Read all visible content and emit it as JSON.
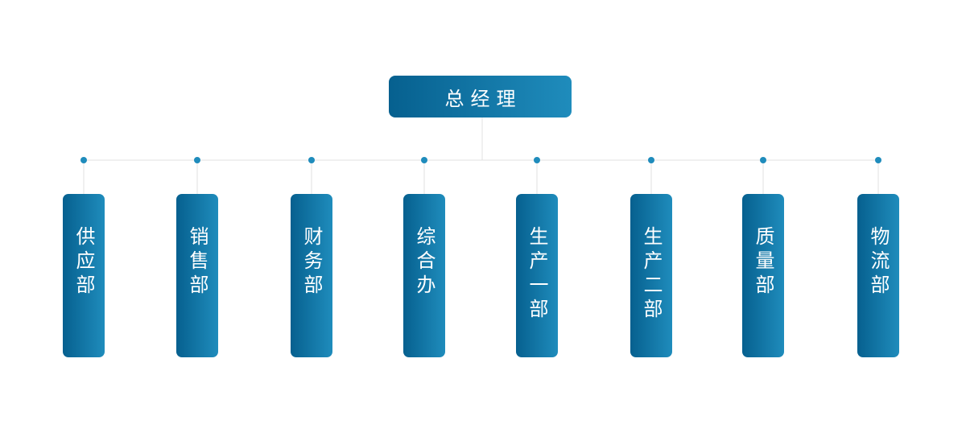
{
  "root": {
    "label": "总经理"
  },
  "departments": [
    {
      "label": "供应部"
    },
    {
      "label": "销售部"
    },
    {
      "label": "财务部"
    },
    {
      "label": "综合办"
    },
    {
      "label": "生产一部"
    },
    {
      "label": "生产二部"
    },
    {
      "label": "质量部"
    },
    {
      "label": "物流部"
    }
  ],
  "colors": {
    "box_gradient_start": "#06608f",
    "box_gradient_end": "#1f8cbc",
    "connector_line": "#e0e0e0",
    "connector_dot": "#1f8cbc",
    "box_text": "#ffffff"
  }
}
